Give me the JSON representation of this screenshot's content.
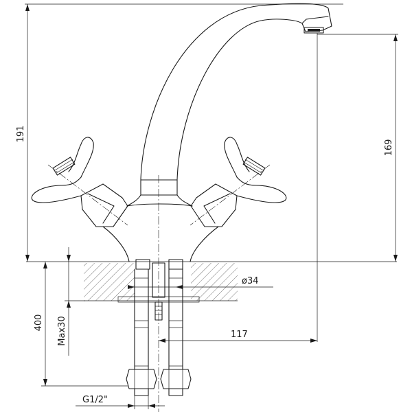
{
  "dimensions": {
    "total_height": "191",
    "spout_height": "169",
    "diameter": "ø34",
    "spout_reach": "117",
    "hose_length": "400",
    "max_thickness": "Max30",
    "connection_thread": "G1/2\""
  }
}
